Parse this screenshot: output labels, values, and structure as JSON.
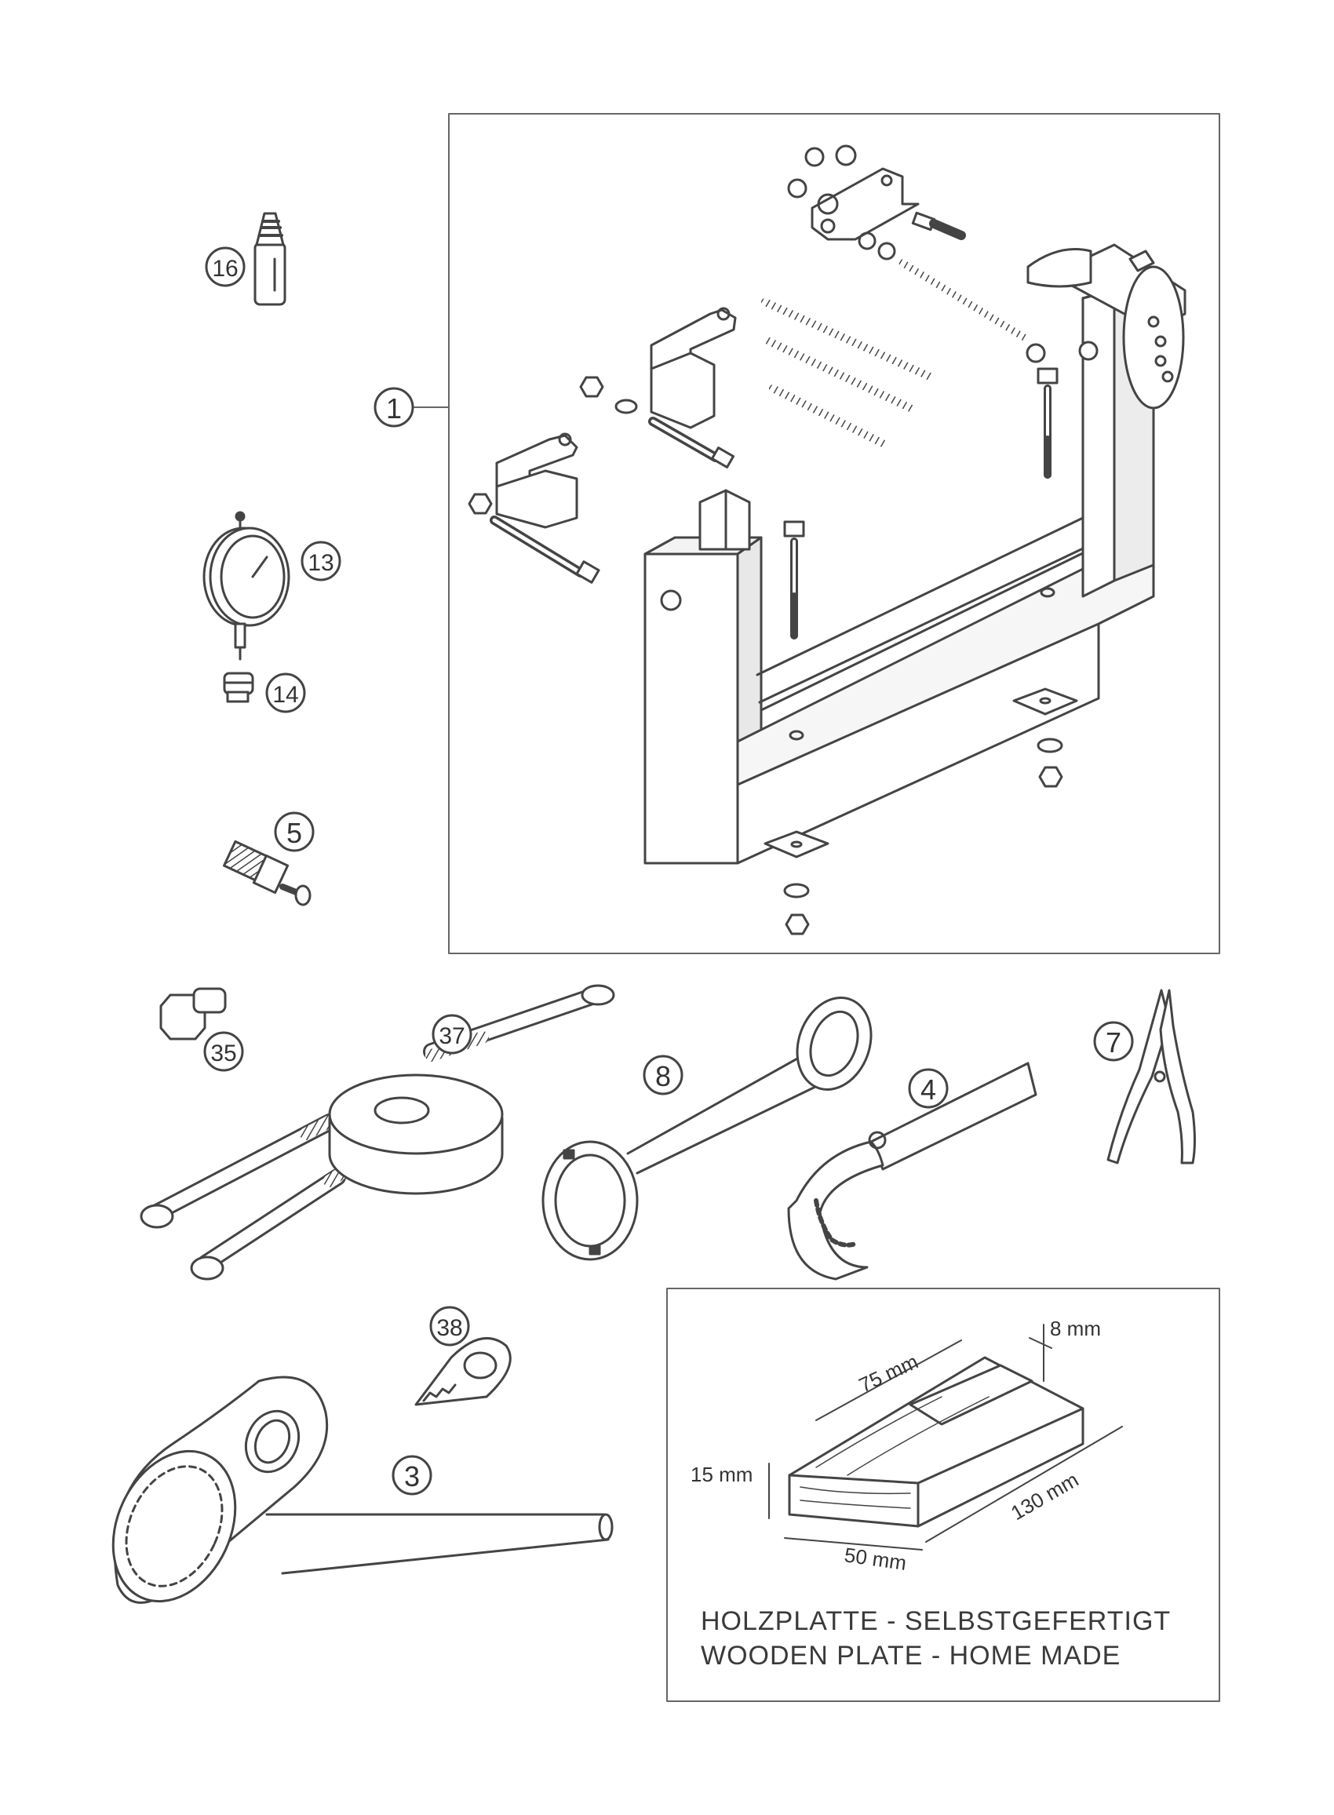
{
  "callouts": {
    "c1": "1",
    "c3": "3",
    "c4": "4",
    "c5": "5",
    "c7": "7",
    "c8": "8",
    "c13": "13",
    "c14": "14",
    "c16": "16",
    "c35": "35",
    "c37": "37",
    "c38": "38"
  },
  "wooden_plate": {
    "dim_length": "75 mm",
    "dim_slot": "8 mm",
    "dim_height": "15 mm",
    "dim_total": "130 mm",
    "dim_width": "50 mm",
    "caption_de": "HOLZPLATTE - SELBSTGEFERTIGT",
    "caption_en": "WOODEN PLATE - HOME MADE"
  }
}
